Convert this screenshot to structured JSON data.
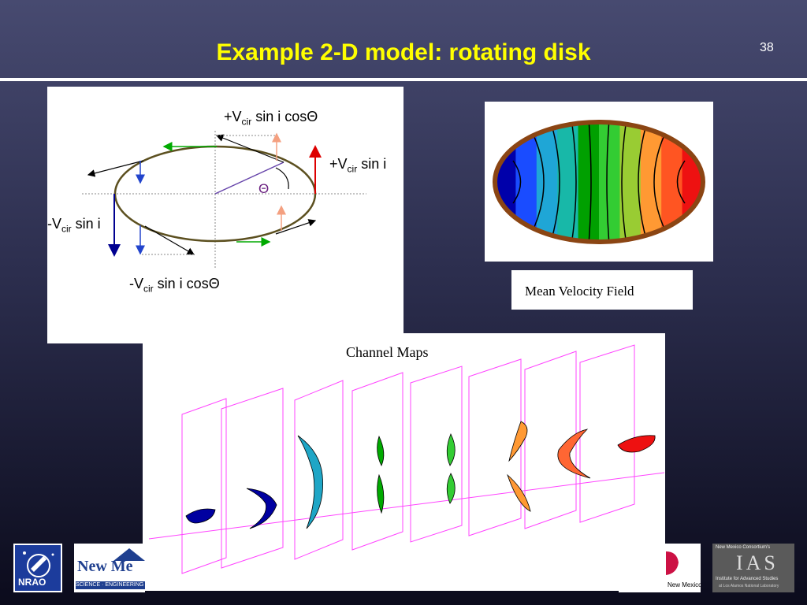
{
  "slide": {
    "title": "Example 2-D model:  rotating disk",
    "number": "38"
  },
  "disk_diagram": {
    "top_label": {
      "prefix": "+V",
      "sub": "cir",
      "suffix": " sin i cosΘ"
    },
    "right_label": {
      "prefix": "+V",
      "sub": "cir",
      "suffix": " sin i"
    },
    "left_label": {
      "prefix": "-V",
      "sub": "cir",
      "suffix": " sin i"
    },
    "bottom_label": {
      "prefix": "-V",
      "sub": "cir",
      "suffix": " sin i cosΘ"
    },
    "angle_label": "Θ"
  },
  "velocity_field": {
    "caption": "Mean Velocity Field",
    "colors": [
      "#0000aa",
      "#1a4cff",
      "#1fa6d6",
      "#18b8a8",
      "#00a000",
      "#33cc33",
      "#99cc33",
      "#ff9933",
      "#ff5522",
      "#ee1111"
    ]
  },
  "channel_maps": {
    "title": "Channel Maps",
    "frame_color": "#ff44ff"
  },
  "logos": {
    "nrao": "NRAO",
    "nmt_name": "New Me",
    "nmt_tag": "SCIENCE · ENGINEERING",
    "unm": "New Mexico",
    "ias_top": "New Mexico Consortium's",
    "ias_main": "IAS",
    "ias_sub": "Institute for Advanced Studies",
    "ias_sub2": "at Los Alamos National Laboratory"
  }
}
